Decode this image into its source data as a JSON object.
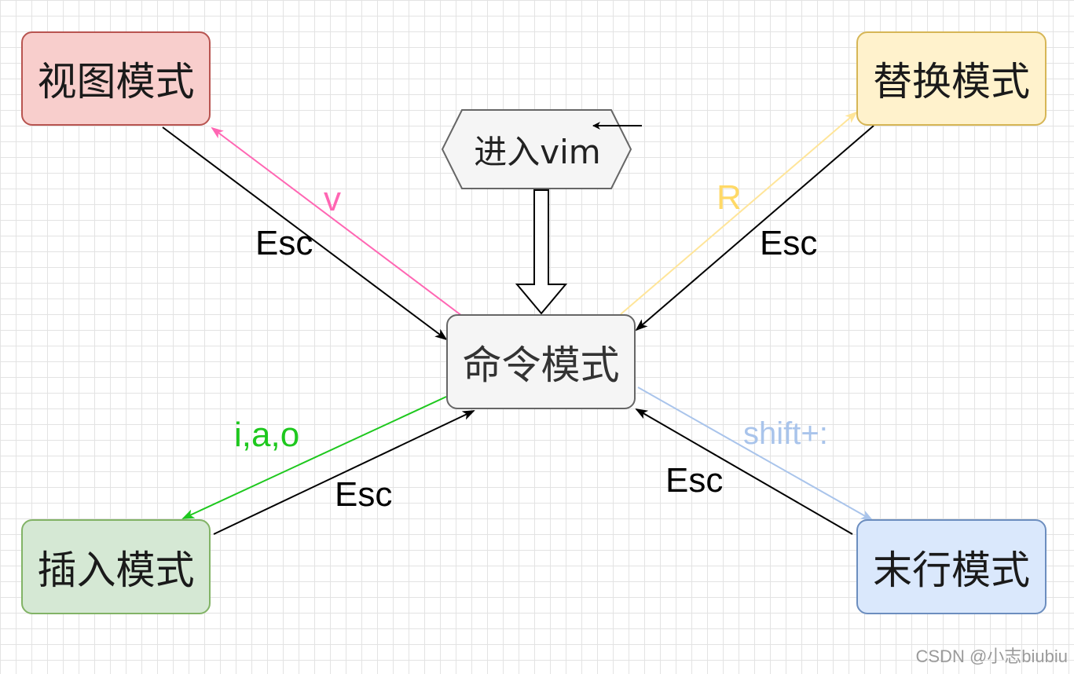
{
  "nodes": {
    "view": "视图模式",
    "replace": "替换模式",
    "command": "命令模式",
    "insert": "插入模式",
    "last_line": "末行模式",
    "start": "进入vim"
  },
  "edges": {
    "to_view": "v",
    "from_view": "Esc",
    "to_replace": "R",
    "from_replace": "Esc",
    "to_insert": "i,a,o",
    "from_insert": "Esc",
    "to_last_line": "shift+:",
    "from_last_line": "Esc"
  },
  "colors": {
    "view_fill": "#f8cecc",
    "replace_fill": "#fff2cc",
    "command_fill": "#f5f5f5",
    "insert_fill": "#d5e8d4",
    "last_line_fill": "#dae8fc",
    "edge_v": "#ff66b3",
    "edge_r": "#ffe599",
    "edge_iao": "#1ec81e",
    "edge_shift": "#a9c4eb"
  },
  "watermark": "CSDN @小志biubiu"
}
